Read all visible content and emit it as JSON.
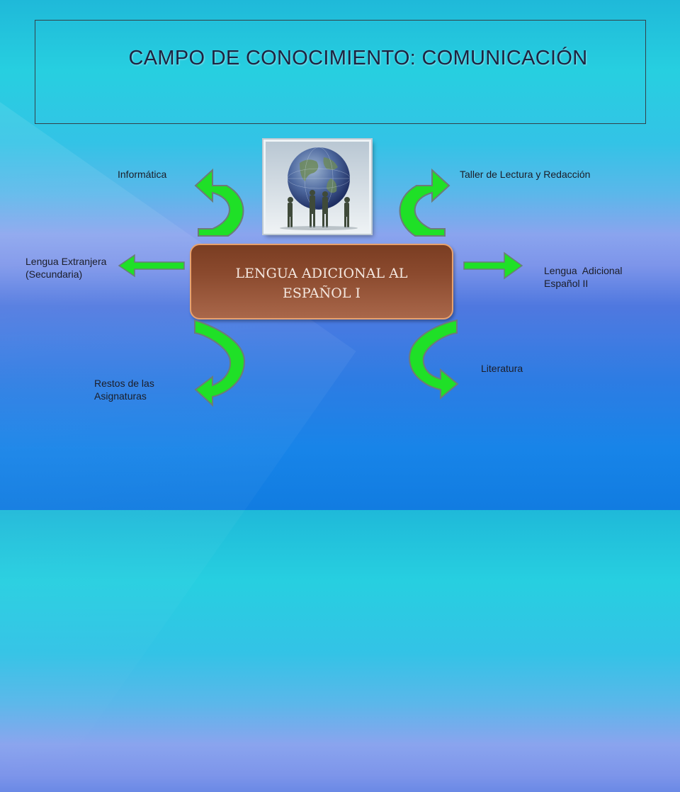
{
  "title": "CAMPO DE  CONOCIMIENTO: COMUNICACIÓN",
  "center": {
    "line1": "LENGUA ADICIONAL AL",
    "line2": "ESPAÑOL  I"
  },
  "labels": {
    "informatica": "Informática",
    "taller": "Taller de Lectura y Redacción",
    "lengua_extranjera": "Lengua Extranjera\n(Secundaria)",
    "lengua_adicional": "Lengua  Adicional\nEspañol II",
    "restos": "Restos de las\nAsignaturas",
    "literatura": "Literatura"
  },
  "image": {
    "icon": "globe-people-icon"
  },
  "colors": {
    "arrow": "#22e02a",
    "arrow_edge": "#7a8a86",
    "center_box": "#8b4a2e"
  }
}
